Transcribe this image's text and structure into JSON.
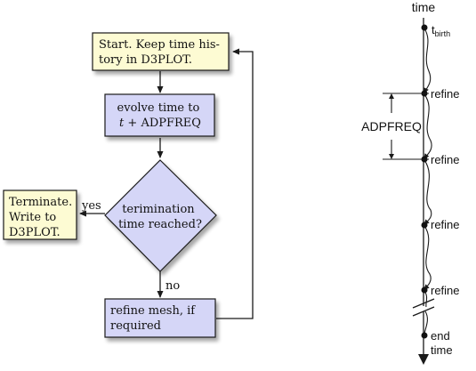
{
  "flowchart": {
    "start": {
      "line1": "Start. Keep time his-",
      "line2": "tory in D3PLOT."
    },
    "evolve": {
      "line1": "evolve time to",
      "line2_italic": "t",
      "line2_rest": " + ADPFREQ"
    },
    "decision": {
      "line1": "terimination",
      "line2": "time reached?"
    },
    "terminate": {
      "line1": "Terminate.",
      "line2": "Write to",
      "line3": "D3PLOT."
    },
    "yes_label": "yes",
    "no_label": "no",
    "refine": {
      "line1": "refine mesh, if",
      "line2": "required"
    }
  },
  "timeline": {
    "top_label": "time",
    "tbirth_t": "t",
    "tbirth_sub": "birth",
    "interval_label": "ADPFREQ",
    "refine_labels": [
      "refine",
      "refine",
      "refine",
      "refine"
    ],
    "end_line1": "end",
    "end_line2": "time"
  },
  "colors": {
    "start_fill": "#fdfbd3",
    "process_fill": "#d5d6f7",
    "stroke": "#1a1a1a"
  }
}
